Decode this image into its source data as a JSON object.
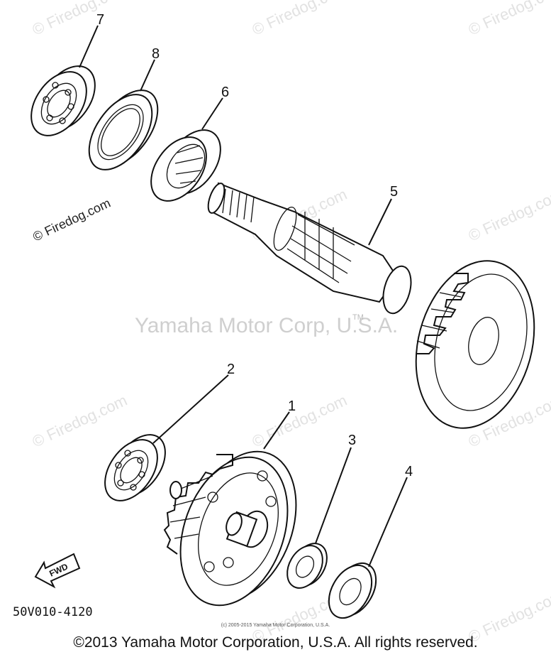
{
  "watermarks": {
    "site": "© Firedog.com",
    "center": "Yamaha Motor Corp, U.S.A.",
    "tm": "TM"
  },
  "callouts": {
    "p1": "1",
    "p2": "2",
    "p3": "3",
    "p4": "4",
    "p5": "5",
    "p6": "6",
    "p7": "7",
    "p8": "8"
  },
  "fwd_label": "FWD",
  "diagram_code": "50V010-4120",
  "copyright_small": "(c) 2005-2015 Yamaha Motor Corporation, U.S.A.",
  "copyright_main": "©2013 Yamaha Motor Corporation, U.S.A. All rights reserved."
}
